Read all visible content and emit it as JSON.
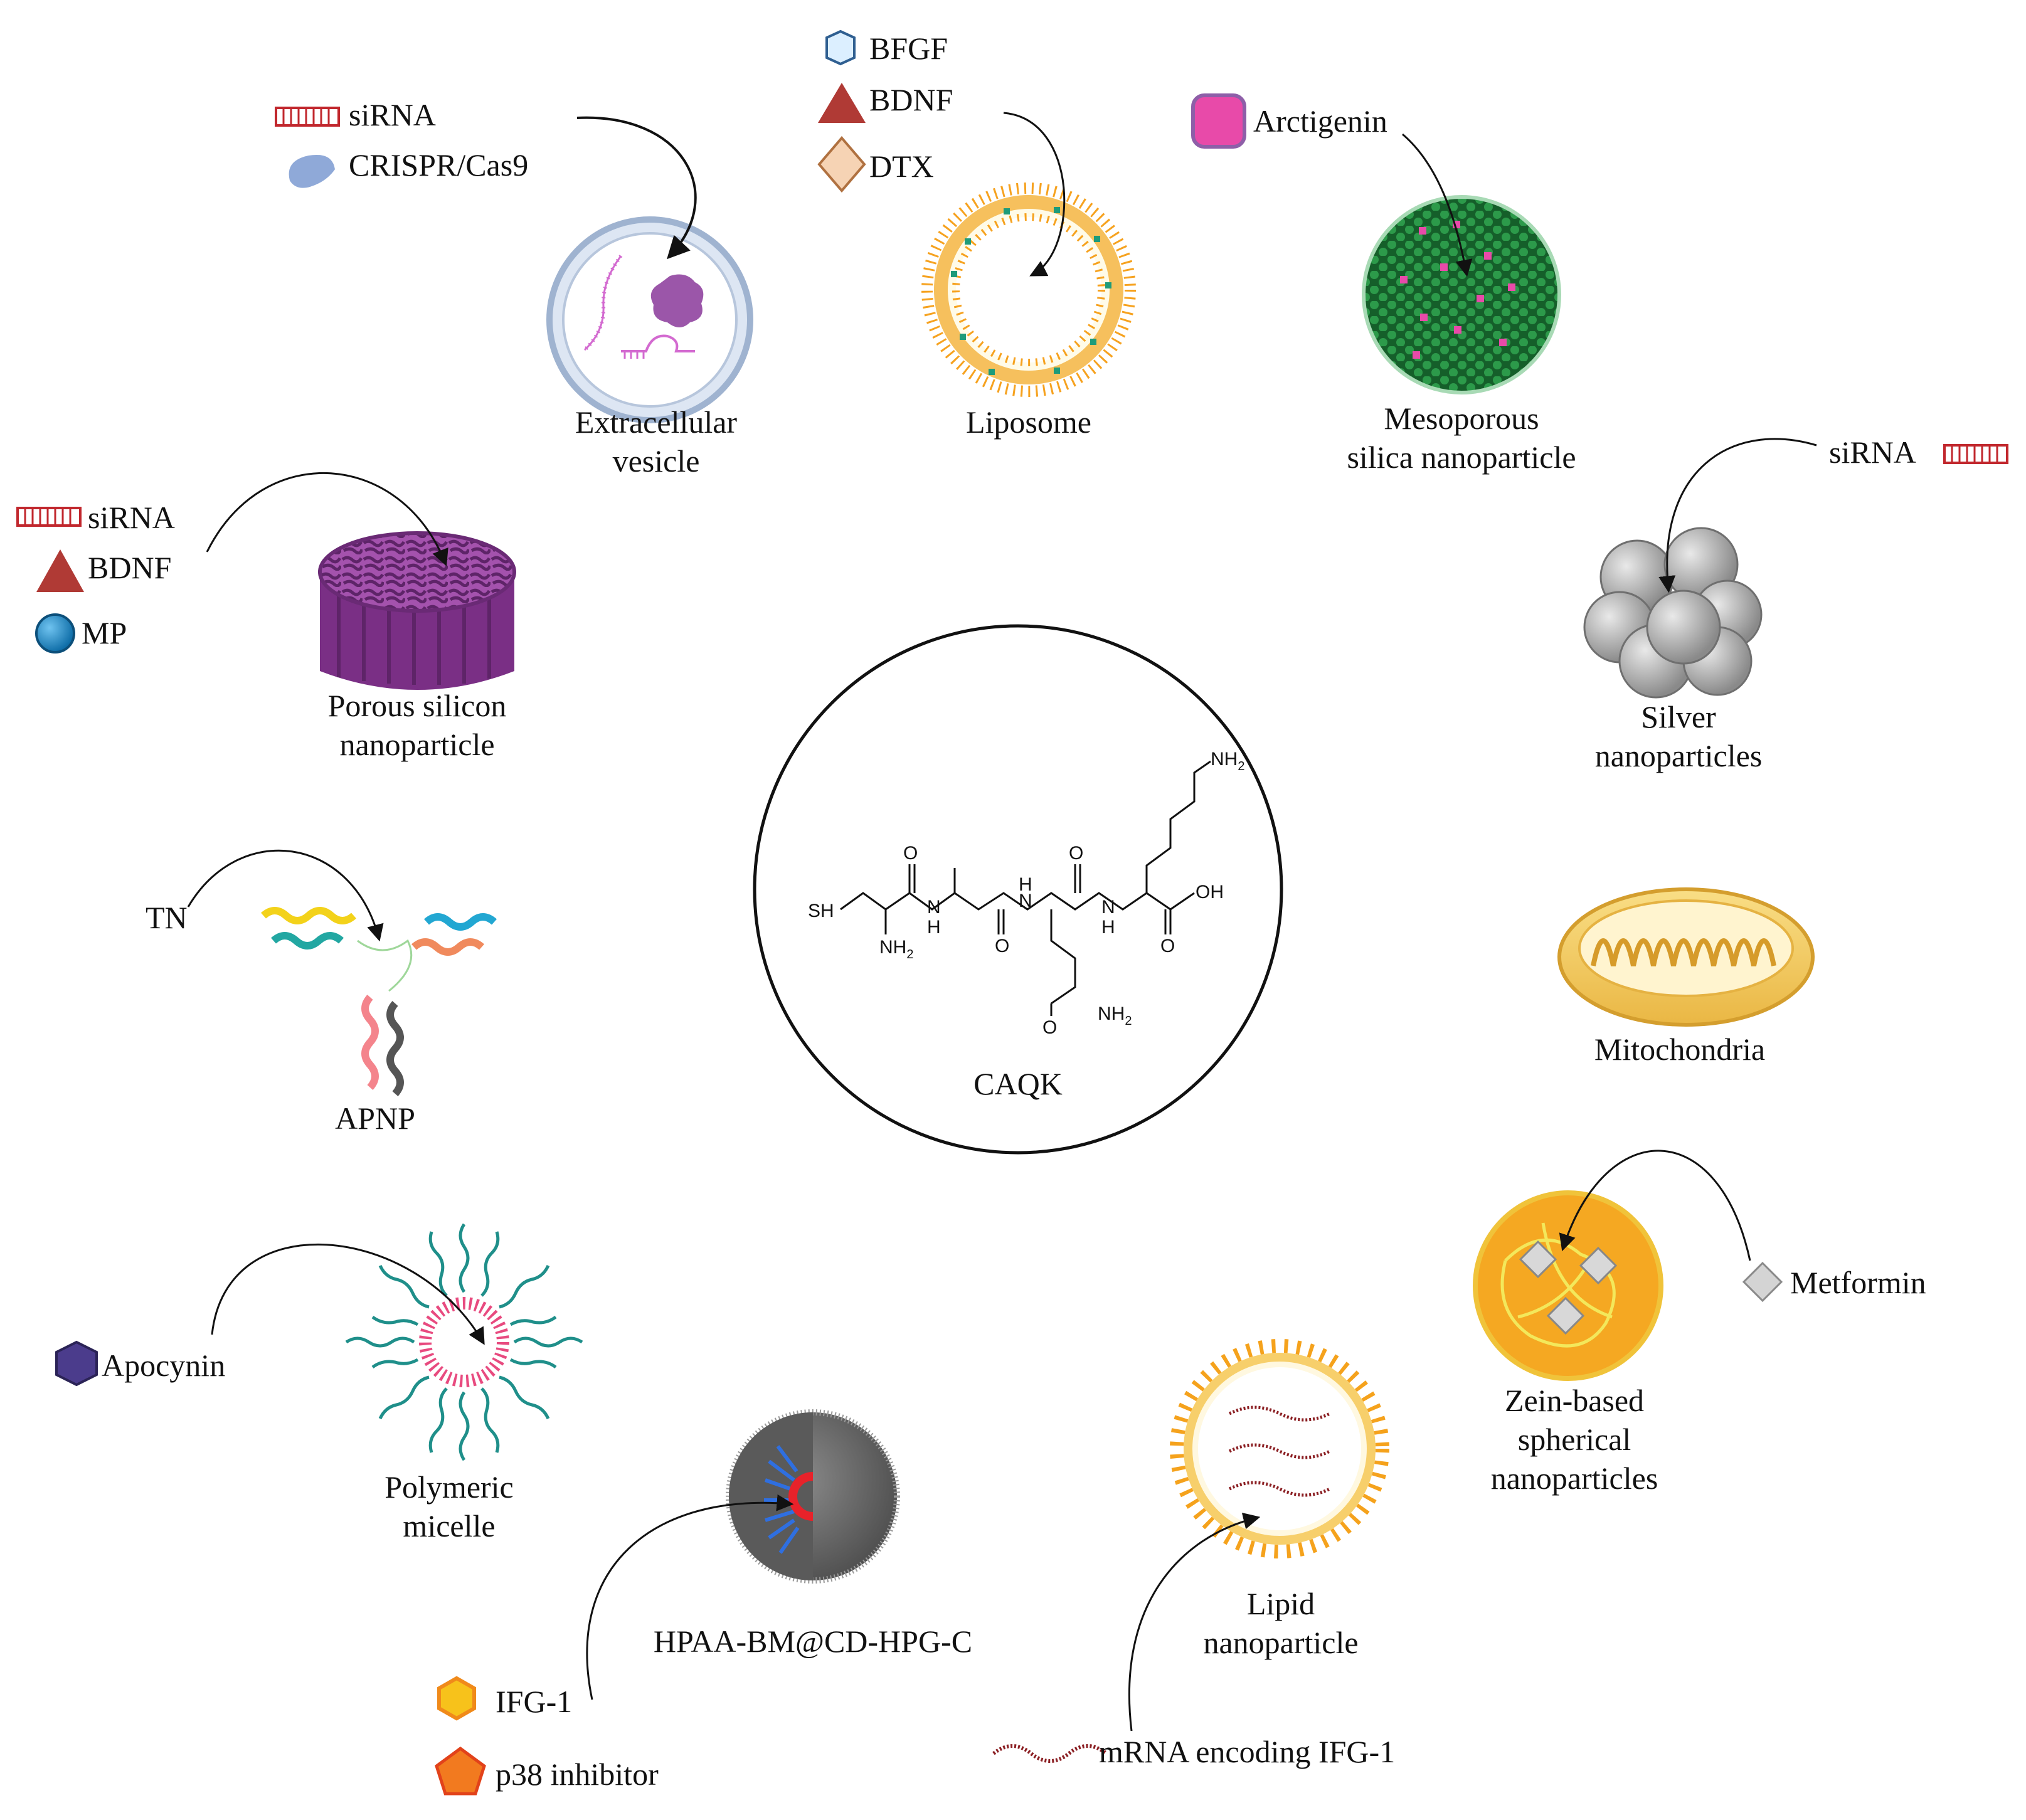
{
  "center": {
    "label": "CAQK"
  },
  "carriers": {
    "extracellular_vesicle": {
      "label_l1": "Extracellular",
      "label_l2": "vesicle",
      "cargo": [
        "siRNA",
        "CRISPR/Cas9"
      ]
    },
    "liposome": {
      "label": "Liposome",
      "cargo": [
        "BFGF",
        "BDNF",
        "DTX"
      ]
    },
    "mesoporous_silica": {
      "label_l1": "Mesoporous",
      "label_l2": "silica nanoparticle",
      "cargo": [
        "Arctigenin"
      ]
    },
    "silver": {
      "label_l1": "Silver",
      "label_l2": "nanoparticles",
      "cargo": [
        "siRNA"
      ]
    },
    "porous_silicon": {
      "label_l1": "Porous silicon",
      "label_l2": "nanoparticle",
      "cargo": [
        "siRNA",
        "BDNF",
        "MP"
      ]
    },
    "apnp": {
      "label": "APNP",
      "cargo": [
        "TN"
      ]
    },
    "mitochondria": {
      "label": "Mitochondria"
    },
    "zein": {
      "label_l1": "Zein-based",
      "label_l2": "spherical",
      "label_l3": "nanoparticles",
      "cargo": [
        "Metformin"
      ]
    },
    "micelle": {
      "label_l1": "Polymeric",
      "label_l2": "micelle",
      "cargo": [
        "Apocynin"
      ]
    },
    "hpaa": {
      "label": "HPAA-BM@CD-HPG-C",
      "cargo": [
        "IFG-1",
        "p38 inhibitor"
      ]
    },
    "lipid_np": {
      "label_l1": "Lipid",
      "label_l2": "nanoparticle",
      "cargo": [
        "mRNA encoding IFG-1"
      ]
    }
  },
  "chemistry": {
    "sh": "SH",
    "nh2": "NH",
    "sub2": "2",
    "o": "O",
    "h": "H",
    "n": "N",
    "oh": "OH"
  },
  "colors": {
    "sirna_red": "#c1272d",
    "cas9_blue": "#8fa9d8",
    "bdnf_red": "#b03a35",
    "bfgf_fill": "#dcefff",
    "dtx_fill": "#f6d3b4",
    "arctigenin_pink": "#e84aa9",
    "liposome_orange": "#f6a21f",
    "silica_green": "#1d7a37",
    "porous_purple": "#8b3f95",
    "micelle_teal": "#1f8f8a",
    "micelle_pink": "#e84a7f",
    "hpaa_grey": "#6e6e6e",
    "lipid_orange": "#f5a21c",
    "zein_orange": "#f3a320",
    "mito_yellow": "#f7d36b",
    "mp_blue": "#1a86c9",
    "apocynin_purple": "#4b3c8c",
    "ifg_yellow": "#f7c21b",
    "p38_orange": "#f27a1f"
  }
}
